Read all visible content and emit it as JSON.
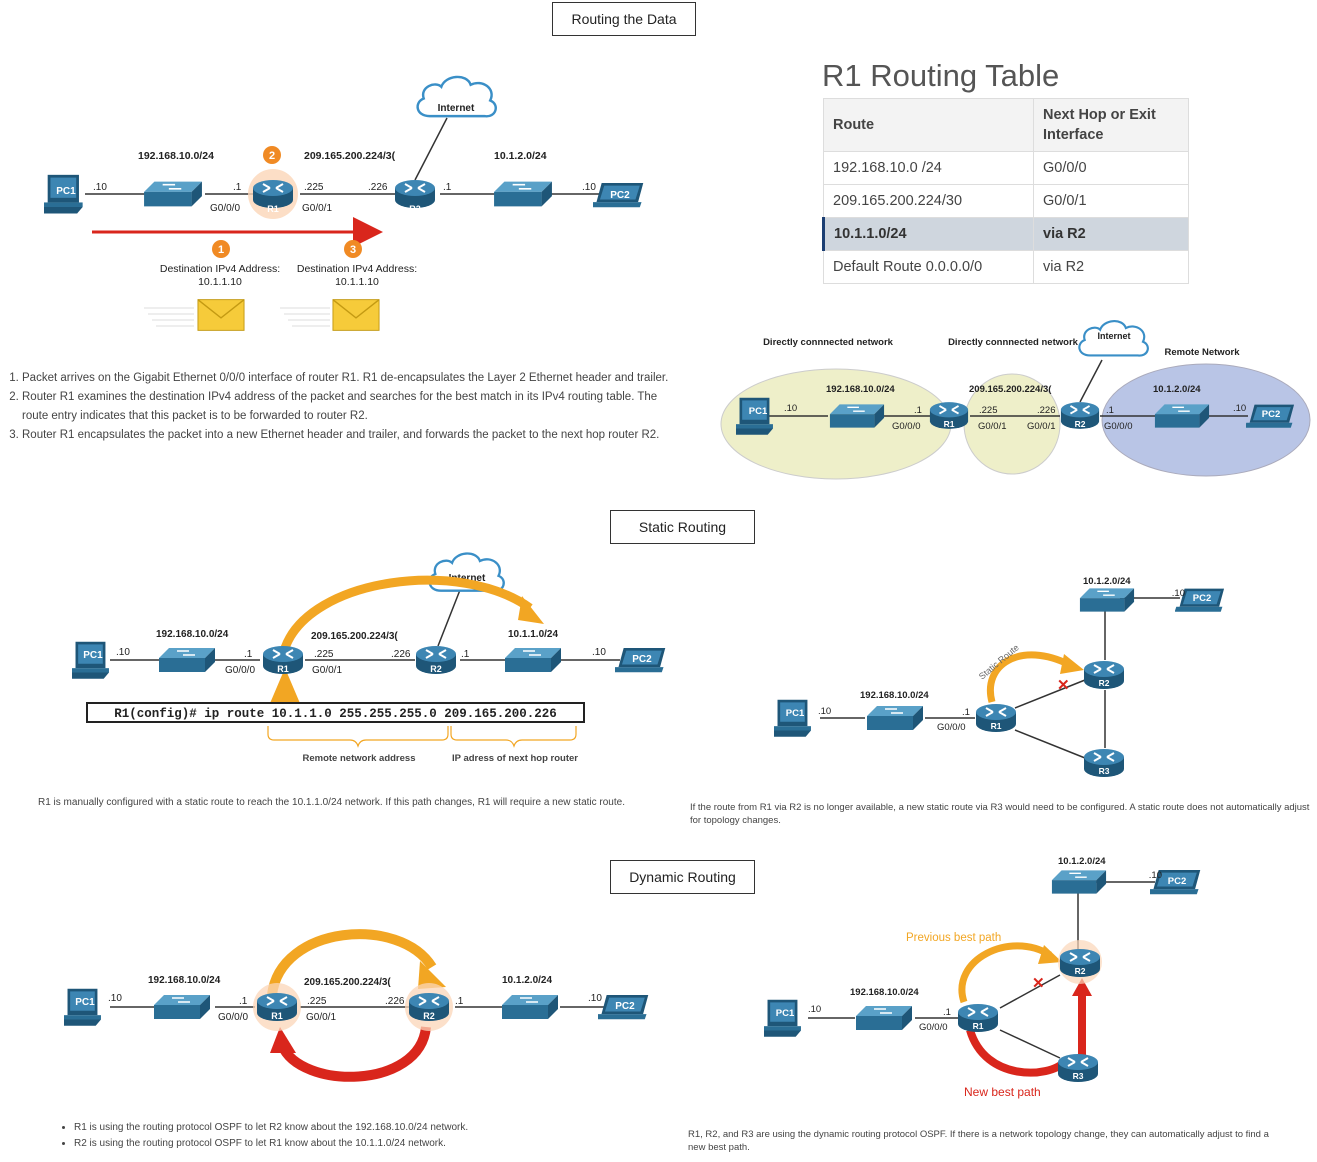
{
  "sections": {
    "routing_the_data": "Routing the Data",
    "static_routing": "Static Routing",
    "dynamic_routing": "Dynamic Routing"
  },
  "devices": {
    "pc1": "PC1",
    "pc2": "PC2",
    "r1": "R1",
    "r2": "R2",
    "r3": "R3",
    "internet": "Internet"
  },
  "labels": {
    "net_lan1": "192.168.10.0/24",
    "net_wan": "209.165.200.224/3(",
    "net_lan2": "10.1.2.0/24",
    "net_lan2_static": "10.1.1.0/24",
    "host10": ".10",
    "host1": ".1",
    "host225": ".225",
    "host226": ".226",
    "g000": "G0/0/0",
    "g001": "G0/0/1",
    "step1": "1",
    "step2": "2",
    "step3": "3",
    "dest_label": "Destination IPv4 Address:",
    "dest_addr": "10.1.1.10",
    "directly_connected": "Directly connnected network",
    "remote_network": "Remote Network",
    "static_route": "Static Route",
    "remote_net_addr": "Remote network address",
    "next_hop_addr": "IP adress of next hop router",
    "cli_command": "R1(config)# ip route 10.1.1.0 255.255.255.0 209.165.200.226",
    "previous_best": "Previous best path",
    "new_best": "New best path"
  },
  "routing_table": {
    "title": "R1 Routing Table",
    "headers": [
      "Route",
      "Next Hop or Exit Interface"
    ],
    "rows": [
      [
        "192.168.10.0 /24",
        "G0/0/0"
      ],
      [
        "209.165.200.224/30",
        "G0/0/1"
      ],
      [
        "10.1.1.0/24",
        "via R2"
      ],
      [
        "Default Route 0.0.0.0/0",
        "via R2"
      ]
    ]
  },
  "routing_steps": [
    "Packet arrives on the Gigabit Ethernet 0/0/0 interface of router R1. R1 de-encapsulates the Layer 2 Ethernet header and trailer.",
    "Router R1 examines the destination IPv4 address of the packet and searches for the best match in its IPv4 routing table. The route entry indicates that this packet is to be forwarded to router R2.",
    "Router R1 encapsulates the packet into a new Ethernet header and trailer, and forwards the packet to the next hop router R2."
  ],
  "static_left_caption": "R1 is manually configured with a static route to reach the 10.1.1.0/24 network. If this path changes, R1 will require a new static route.",
  "static_right_caption": "If the route from R1 via R2 is no longer available, a new static route via R3 would need to be configured. A static route does not automatically adjust for topology changes.",
  "dynamic_bullets": [
    "R1 is using the routing protocol OSPF to let R2 know about the 192.168.10.0/24 network.",
    "R2 is using the routing protocol OSPF to let R1 know about the 10.1.1.0/24 network."
  ],
  "dynamic_right_caption": "R1, R2, and R3 are using the dynamic routing protocol OSPF. If there is a network topology change, they can automatically adjust to find a new best path.",
  "colors": {
    "router": "#2a6e95",
    "switch": "#3a7fa8",
    "pc": "#2a6e95",
    "arrow_orange": "#f2a623",
    "arrow_red": "#d9261c",
    "cloud_stroke": "#3a8fc7",
    "zone_yellow": "#eeefc9",
    "zone_blue": "#b9c5e6"
  }
}
